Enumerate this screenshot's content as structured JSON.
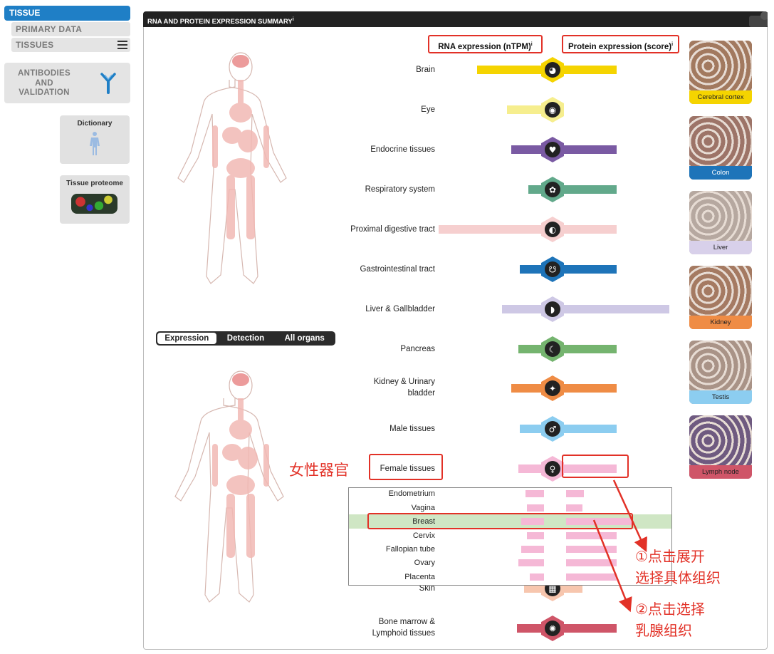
{
  "sidebar": {
    "tissue": "TISSUE",
    "primary_data": "PRIMARY DATA",
    "tissues": "TISSUES",
    "antibodies": "ANTIBODIES AND VALIDATION",
    "dictionary": "Dictionary",
    "tissue_proteome": "Tissue proteome"
  },
  "panel": {
    "title": "RNA AND PROTEIN EXPRESSION SUMMARY",
    "info_mark": "i",
    "rna_header": "RNA expression (nTPM)",
    "protein_header": "Protein expression (score)"
  },
  "toggle": [
    "Expression",
    "Detection",
    "All organs"
  ],
  "organs": [
    {
      "label": "Brain",
      "color": "#f5d400"
    },
    {
      "label": "Eye",
      "color": "#f6ee8e"
    },
    {
      "label": "Endocrine tissues",
      "color": "#7a5aa3"
    },
    {
      "label": "Respiratory system",
      "color": "#62a98b"
    },
    {
      "label": "Proximal digestive tract",
      "color": "#f6cfcf"
    },
    {
      "label": "Gastrointestinal tract",
      "color": "#1e74b9"
    },
    {
      "label": "Liver & Gallbladder",
      "color": "#cec8e5"
    },
    {
      "label": "Pancreas",
      "color": "#75b46f"
    },
    {
      "label": "Kidney & Urinary bladder",
      "color": "#ef8c45"
    },
    {
      "label": "Male tissues",
      "color": "#8ccdf0"
    },
    {
      "label": "Female tissues",
      "color": "#f5b8d6"
    },
    {
      "label": "Skin",
      "color": "#f7c6ae"
    },
    {
      "label": "Bone marrow & Lymphoid tissues",
      "color": "#cf5568"
    }
  ],
  "female_subtissues": [
    "Endometrium",
    "Vagina",
    "Breast",
    "Cervix",
    "Fallopian tube",
    "Ovary",
    "Placenta"
  ],
  "tiles": [
    "Cerebral cortex",
    "Colon",
    "Liver",
    "Kidney",
    "Testis",
    "Lymph node"
  ],
  "annotations": {
    "female_organs": "女性器官",
    "step1_line1": "①点击展开",
    "step1_line2": "选择具体组织",
    "step2_line1": "②点击选择",
    "step2_line2": "乳腺组织"
  },
  "colors": {
    "accent": "#1f7fc6",
    "highlight": "#cfe6c4",
    "annotation": "#e23127"
  }
}
